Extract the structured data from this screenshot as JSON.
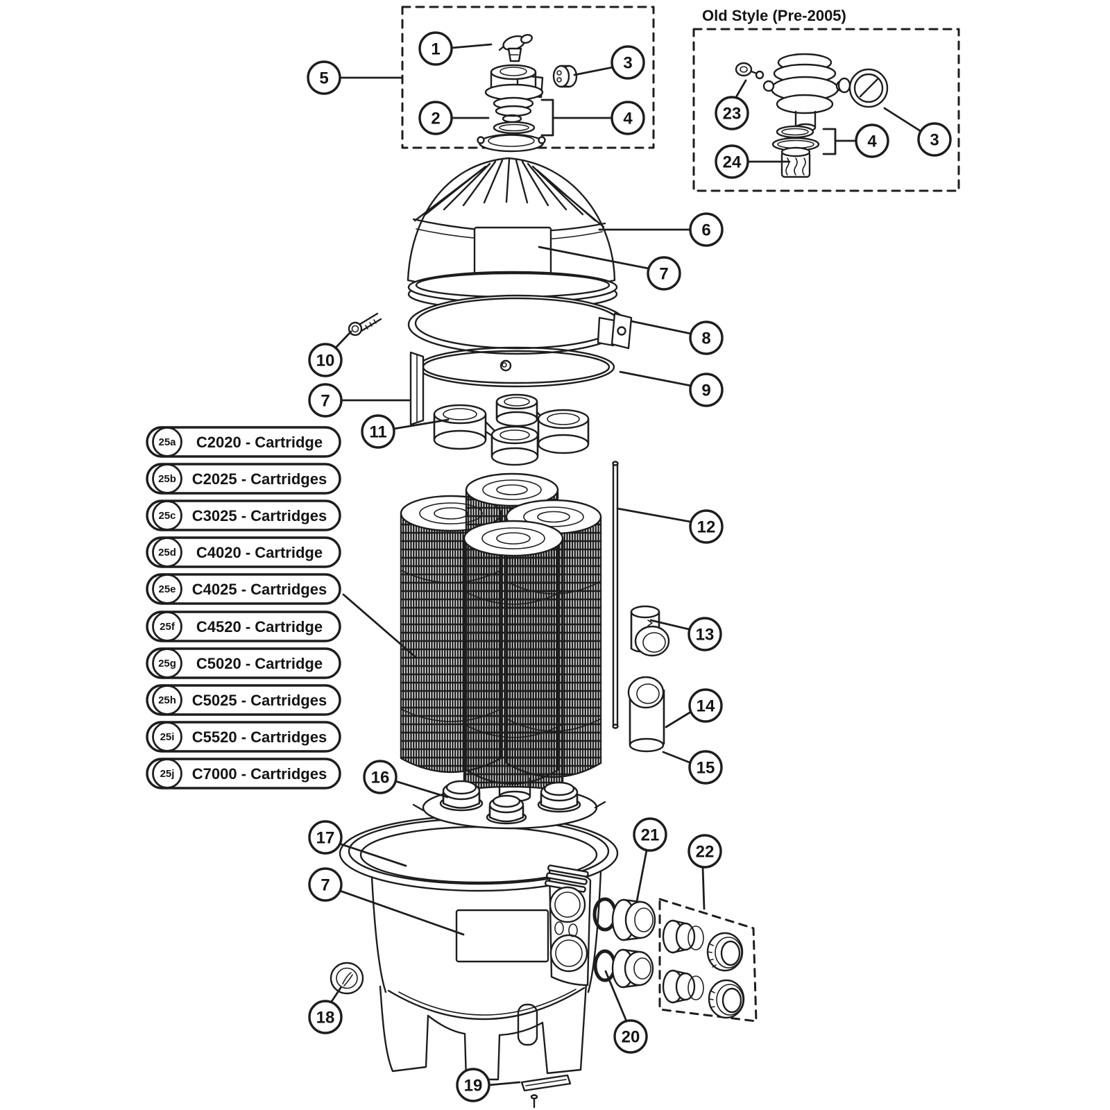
{
  "figure": {
    "type": "exploded-parts-diagram",
    "subject": "Pool cartridge filter assembly",
    "background": "#ffffff",
    "line_color": "#1d1d1d"
  },
  "old_style_box": {
    "title": "Old Style (Pre-2005)"
  },
  "callouts": [
    {
      "label": "1"
    },
    {
      "label": "2"
    },
    {
      "label": "3"
    },
    {
      "label": "4"
    },
    {
      "label": "5"
    },
    {
      "label": "6"
    },
    {
      "label": "7"
    },
    {
      "label": "8"
    },
    {
      "label": "9"
    },
    {
      "label": "10"
    },
    {
      "label": "7"
    },
    {
      "label": "11"
    },
    {
      "label": "12"
    },
    {
      "label": "13"
    },
    {
      "label": "14"
    },
    {
      "label": "15"
    },
    {
      "label": "16"
    },
    {
      "label": "17"
    },
    {
      "label": "7"
    },
    {
      "label": "18"
    },
    {
      "label": "19"
    },
    {
      "label": "20"
    },
    {
      "label": "21"
    },
    {
      "label": "22"
    },
    {
      "label": "23"
    },
    {
      "label": "24"
    },
    {
      "label": "4"
    },
    {
      "label": "3"
    }
  ],
  "cartridge_list": [
    {
      "id": "25a",
      "label": "C2020 - Cartridge"
    },
    {
      "id": "25b",
      "label": "C2025 - Cartridges"
    },
    {
      "id": "25c",
      "label": "C3025 - Cartridges"
    },
    {
      "id": "25d",
      "label": "C4020 - Cartridge"
    },
    {
      "id": "25e",
      "label": "C4025 - Cartridges"
    },
    {
      "id": "25f",
      "label": "C4520 - Cartridge"
    },
    {
      "id": "25g",
      "label": "C5020 - Cartridge"
    },
    {
      "id": "25h",
      "label": "C5025 - Cartridges"
    },
    {
      "id": "25i",
      "label": "C5520 - Cartridges"
    },
    {
      "id": "25j",
      "label": "C7000 - Cartridges"
    }
  ]
}
